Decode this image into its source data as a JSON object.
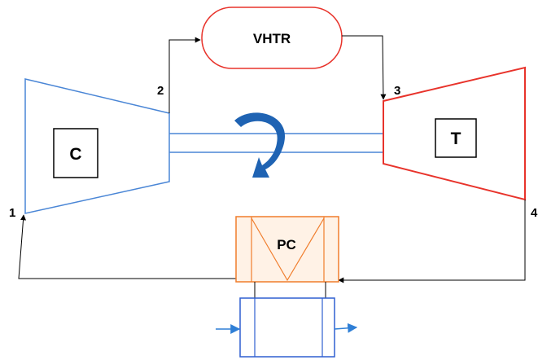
{
  "diagram": {
    "reactor": {
      "label": "VHTR",
      "stroke": "#e8332b",
      "fill": "#ffffff"
    },
    "compressor": {
      "label": "C",
      "stroke": "#4a86d6"
    },
    "turbine": {
      "label": "T",
      "stroke": "#e8332b"
    },
    "precooler": {
      "label": "PC",
      "stroke": "#f07d2c",
      "fill": "#fff2e6"
    },
    "heat_exchanger": {
      "stroke": "#2f5fd0",
      "arrow_color": "#2f7fd6"
    },
    "shaft": {
      "stroke": "#4a86d6"
    },
    "rotation_arrow": {
      "icon": "curved-rotation-arrow",
      "color": "#1f63b3"
    },
    "flow_line_color": "#000000",
    "state_points": [
      "1",
      "2",
      "3",
      "4"
    ]
  }
}
